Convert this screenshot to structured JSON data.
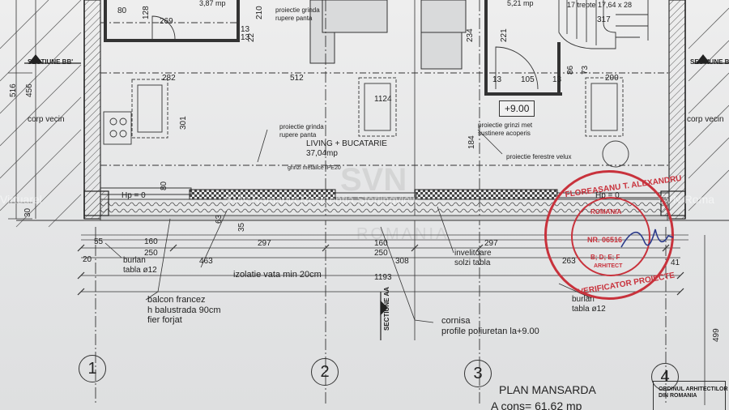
{
  "sheet": {
    "title": "PLAN MANSARDA",
    "area": "A cons= 61,62 mp"
  },
  "sections": {
    "bb_left": "SECTIUNE BB'",
    "bb_right": "SECTIUNE BB'",
    "aa": "SECTIUNE AA"
  },
  "rooms": {
    "living": "LIVING + BUCATARIE",
    "living_area": "37,04mp",
    "room_top_left": "3,87 mp",
    "room_top_right": "5,21 mp",
    "stairs": "17 trepte 17,64 x 28",
    "level": "+9.00",
    "corp_vecin_left": "corp vecin",
    "corp_vecin_right": "corp vecin"
  },
  "annotations": {
    "grinda_top": "proiectie grinda\nrupere panta",
    "grinda_mid": "proiectie grinda\nrupere panta",
    "grinzi_top": "grinzi metalice IPE20",
    "grinzi_met": "proiectie grinzi met\nsustinere acoperis",
    "velux": "proiectie ferestre velux",
    "hp_left": "Hp = 0",
    "hp_right": "Hp = 0",
    "burlan_left": "burlan\ntabla ø12",
    "burlan_right": "burlan\ntabla ø12",
    "izolatie": "izolatie vata min 20cm",
    "balcon": "balcon francez\nh balustrada 90cm\nfier forjat",
    "invelitoare": "invelitoare\nsolzi tabla",
    "cornisa": "cornisa\nprofile poliuretan la+9.00"
  },
  "dims": {
    "d80": "80",
    "d128": "128",
    "d269": "269",
    "d13a": "13",
    "d13b": "13",
    "d210": "210",
    "d22": "22",
    "d282": "282",
    "d512": "512",
    "d1124": "1124",
    "d301": "301",
    "d80b": "80",
    "d221": "221",
    "d317": "317",
    "d13c": "13",
    "d105": "105",
    "d13d": "13",
    "d86": "86",
    "d73": "73",
    "d200": "200",
    "d184": "184",
    "d234": "234",
    "d516": "516",
    "d456": "456",
    "d30": "30",
    "d55": "55",
    "d160a": "160",
    "d250a": "250",
    "d297a": "297",
    "d463": "463",
    "d63": "63",
    "d35": "35",
    "d20": "20",
    "d1193": "1193",
    "d308": "308",
    "d297b": "297",
    "d160b": "160",
    "d250b": "250",
    "d263": "263",
    "d41": "41",
    "d499": "499"
  },
  "axes": [
    "1",
    "2",
    "3",
    "4"
  ],
  "stamp": {
    "name": "FLOREASANU T. ALEXANDRU",
    "country": "ROMANIA",
    "number": "NR. 06516",
    "grades": "B; D; E; F",
    "role": "ARHITECT",
    "footer": "VERIFICATOR PROIECTE",
    "seal": "ORDINUL ARHITECTILOR\nDIN ROMANIA"
  },
  "watermarks": {
    "w1": "Virtuarel",
    "w2": "SVN Romania Residentia Sterlingview",
    "w3": "SVN Roma",
    "w4": "SVN",
    "w5": "ROMANIA"
  },
  "colors": {
    "ink": "#222222",
    "stamp": "#c8323c",
    "paper": "#e9eaea"
  }
}
